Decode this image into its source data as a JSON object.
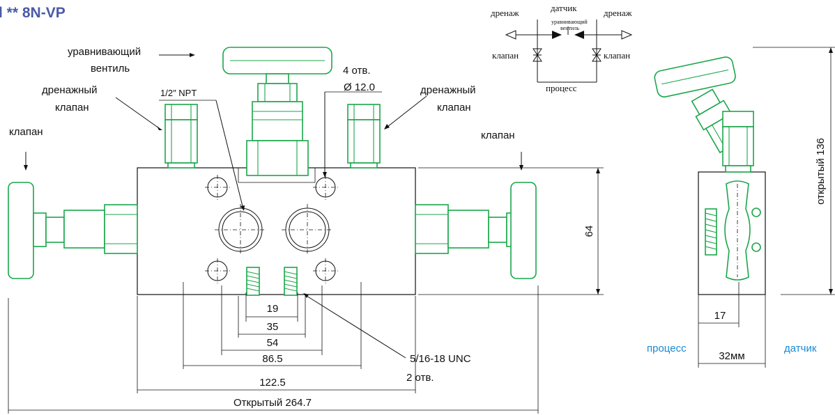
{
  "title": {
    "prefix": "l ** ",
    "model": "8N-VP",
    "color": "#4a5aa8"
  },
  "accent_green": "#1aa64a",
  "accent_blue": "#1a8ad4",
  "front_view": {
    "labels": {
      "equalizing_valve": [
        "уравнивающий",
        "вентиль"
      ],
      "drain_valve_left": [
        "дренажный",
        "клапан"
      ],
      "drain_valve_right": [
        "дренажный",
        "клапан"
      ],
      "valve_left": "клапан",
      "valve_right": "клапан",
      "npt": "1/2″ NPT",
      "holes_count": "4 отв.",
      "holes_dia": "Ø 12.0",
      "unc_thread": "5/16-18 UNC",
      "unc_count": "2 отв."
    },
    "dimensions": {
      "d19": "19",
      "d35": "35",
      "d54": "54",
      "d86": "86.5",
      "d122": "122.5",
      "open_total": "Открытый 264.7",
      "height": "64"
    }
  },
  "schematic": {
    "drain_left": "дренаж",
    "sensor": "датчик",
    "drain_right": "дренаж",
    "equalizing_line1": "уравнивающий",
    "equalizing_line2": "вентиль",
    "valve_left": "клапан",
    "valve_right": "клапан",
    "process": "процесс"
  },
  "side_view": {
    "open_height": "открытый  136",
    "d17": "17",
    "width": "32мм",
    "process": "процесс",
    "sensor": "датчик"
  }
}
